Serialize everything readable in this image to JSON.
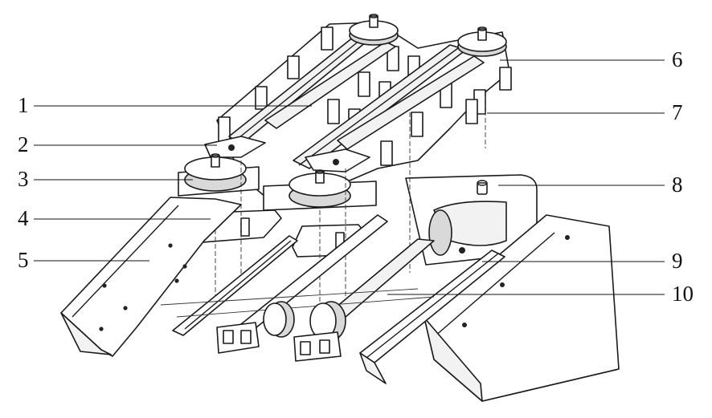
{
  "labels_left": [
    "1",
    "2",
    "3",
    "4",
    "5"
  ],
  "labels_right": [
    "6",
    "7",
    "8",
    "9",
    "10"
  ]
}
